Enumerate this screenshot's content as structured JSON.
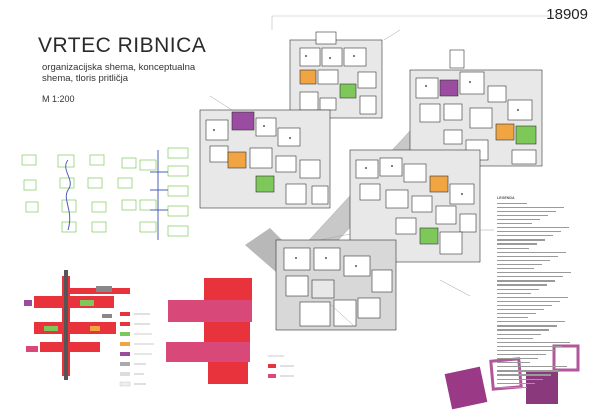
{
  "sheet_id": "18909",
  "title": "VRTEC RIBNICA",
  "subtitle": "organizacijska shema, konceptualna shema, tloris pritličja",
  "scale": "M 1:200",
  "legend_heading": "LEGENDA",
  "legend_count": 46,
  "colors": {
    "red": "#e8323c",
    "pink": "#d8497a",
    "green": "#7ec85a",
    "orange": "#f0a542",
    "purple": "#9a4ca0",
    "gray": "#8c8c8c",
    "light_gray": "#c8c8c8",
    "dark": "#333333"
  }
}
